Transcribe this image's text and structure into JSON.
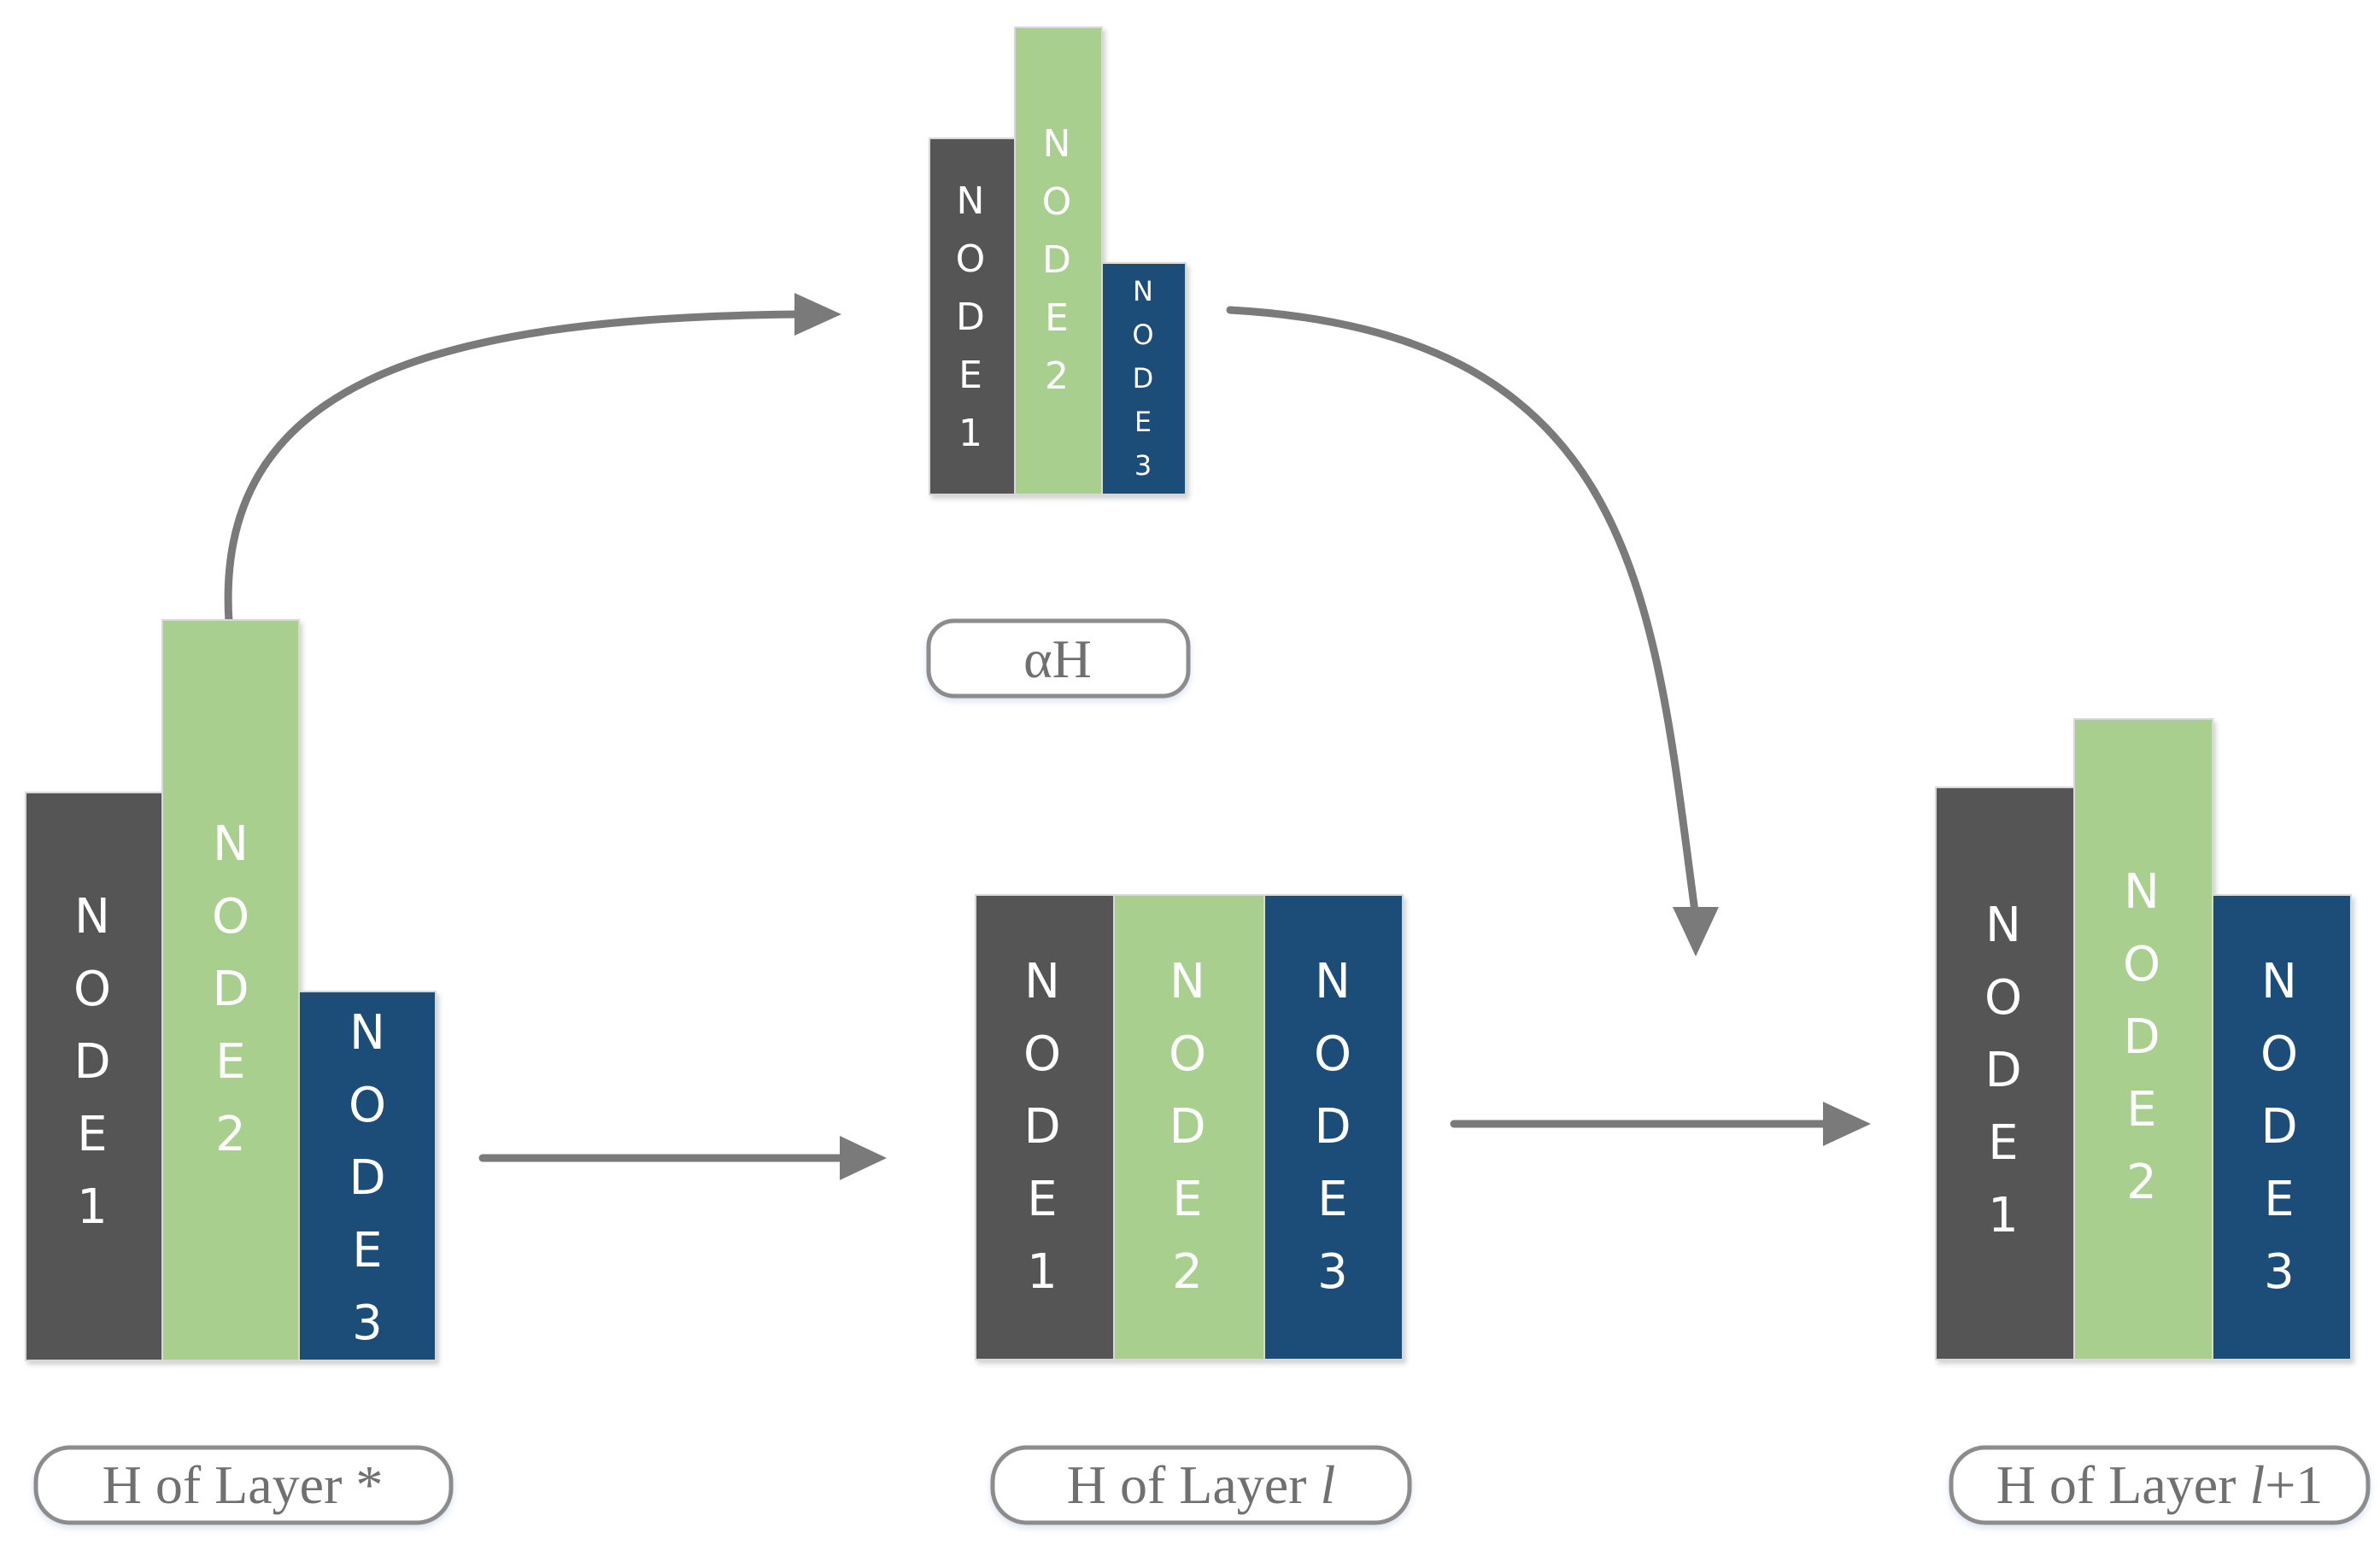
{
  "colors": {
    "node1": "#555555",
    "node2": "#a8cf8e",
    "node3": "#1f4e79",
    "arrow": "#7a7a7a",
    "label_border": "#8c8c8c",
    "label_text": "#6f6f6f"
  },
  "stacks": [
    {
      "id": "layer-star",
      "nodes": [
        {
          "id": "node1",
          "text": "NODE1"
        },
        {
          "id": "node2",
          "text": "NODE2"
        },
        {
          "id": "node3",
          "text": "NODE3"
        }
      ],
      "label": {
        "prefix": "H of Layer ",
        "suffix": "*"
      }
    },
    {
      "id": "alpha-h",
      "nodes": [
        {
          "id": "node1",
          "text": "NODE1"
        },
        {
          "id": "node2",
          "text": "NODE2"
        },
        {
          "id": "node3",
          "text": "NODE3"
        }
      ],
      "label": {
        "prefix": "αH",
        "suffix": ""
      }
    },
    {
      "id": "layer-l",
      "nodes": [
        {
          "id": "node1",
          "text": "NODE1"
        },
        {
          "id": "node2",
          "text": "NODE2"
        },
        {
          "id": "node3",
          "text": "NODE3"
        }
      ],
      "label": {
        "prefix": "H of Layer ",
        "italic": "l",
        "suffix": ""
      }
    },
    {
      "id": "layer-l-plus-1",
      "nodes": [
        {
          "id": "node1",
          "text": "NODE1"
        },
        {
          "id": "node2",
          "text": "NODE2"
        },
        {
          "id": "node3",
          "text": "NODE3"
        }
      ],
      "label": {
        "prefix": "H of Layer ",
        "italic": "l",
        "suffix": "+1"
      }
    }
  ]
}
